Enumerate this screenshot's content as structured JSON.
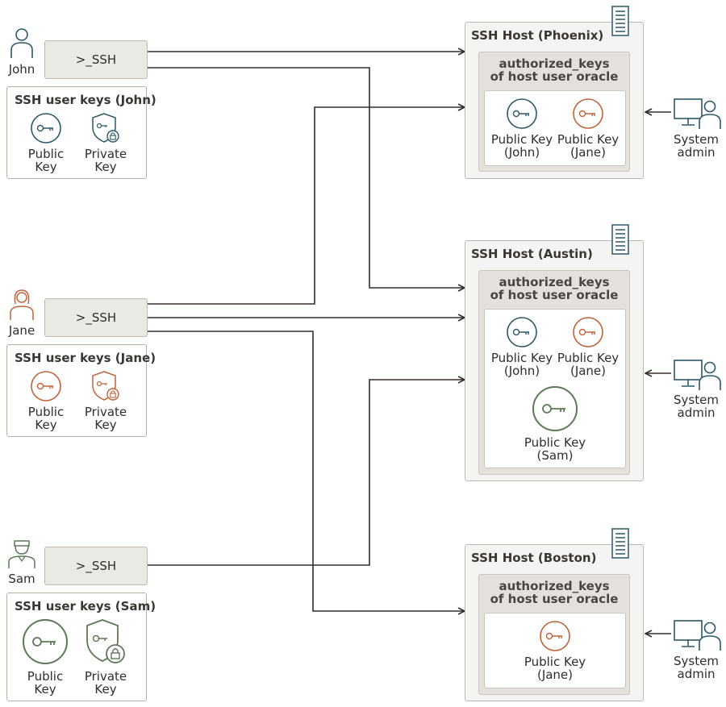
{
  "users": {
    "john": {
      "name": "John",
      "ssh_label": ">_SSH",
      "panel_title": "SSH user keys (John)",
      "public_line1": "Public",
      "public_line2": "Key",
      "private_line1": "Private",
      "private_line2": "Key"
    },
    "jane": {
      "name": "Jane",
      "ssh_label": ">_SSH",
      "panel_title": "SSH user keys (Jane)",
      "public_line1": "Public",
      "public_line2": "Key",
      "private_line1": "Private",
      "private_line2": "Key"
    },
    "sam": {
      "name": "Sam",
      "ssh_label": ">_SSH",
      "panel_title": "SSH user keys (Sam)",
      "public_line1": "Public",
      "public_line2": "Key",
      "private_line1": "Private",
      "private_line2": "Key"
    }
  },
  "hosts": {
    "phoenix": {
      "title": "SSH Host (Phoenix)",
      "ak_line1": "authorized_keys",
      "ak_line2": "of host user oracle",
      "key_john_1": "Public Key",
      "key_john_2": "(John)",
      "key_jane_1": "Public Key",
      "key_jane_2": "(Jane)"
    },
    "austin": {
      "title": "SSH Host (Austin)",
      "ak_line1": "authorized_keys",
      "ak_line2": "of host user oracle",
      "key_john_1": "Public Key",
      "key_john_2": "(John)",
      "key_jane_1": "Public Key",
      "key_jane_2": "(Jane)",
      "key_sam_1": "Public Key",
      "key_sam_2": "(Sam)"
    },
    "boston": {
      "title": "SSH Host (Boston)",
      "ak_line1": "authorized_keys",
      "ak_line2": "of host user oracle",
      "key_jane_1": "Public Key",
      "key_jane_2": "(Jane)"
    }
  },
  "admin": {
    "line1": "System",
    "line2": "admin"
  },
  "colors": {
    "john": "#2c5967",
    "jane": "#c0643a",
    "sam": "#5c7a55",
    "line": "#312d2a"
  },
  "icons": [
    "person-icon",
    "key-icon",
    "shield-lock-icon",
    "server-icon",
    "admin-workstation-icon"
  ]
}
